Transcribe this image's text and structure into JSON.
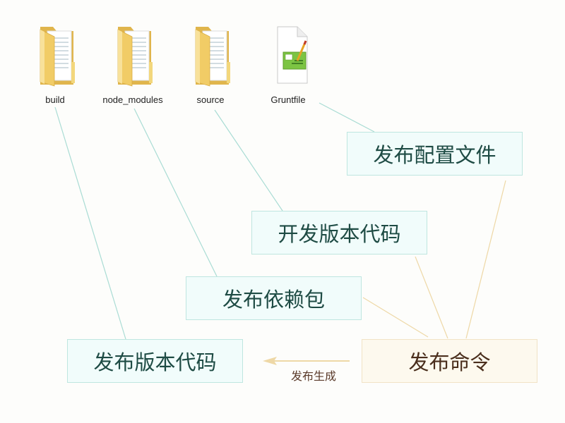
{
  "files": [
    {
      "name": "build",
      "icon": "folder-icon"
    },
    {
      "name": "node_modules",
      "icon": "folder-icon"
    },
    {
      "name": "source",
      "icon": "folder-icon"
    },
    {
      "name": "Gruntfile",
      "icon": "notepad-document-icon"
    }
  ],
  "labels": {
    "config_file": "发布配置文件",
    "dev_source": "开发版本代码",
    "deps": "发布依赖包",
    "release_code": "发布版本代码",
    "command": "发布命令",
    "generate": "发布生成"
  },
  "colors": {
    "teal_line": "#a9dcd4",
    "gold_line": "#eed8a6",
    "teal_box_bg": "#f1fcfb",
    "cmd_box_bg": "#fdf9ee",
    "folder": "#f1cc66"
  }
}
